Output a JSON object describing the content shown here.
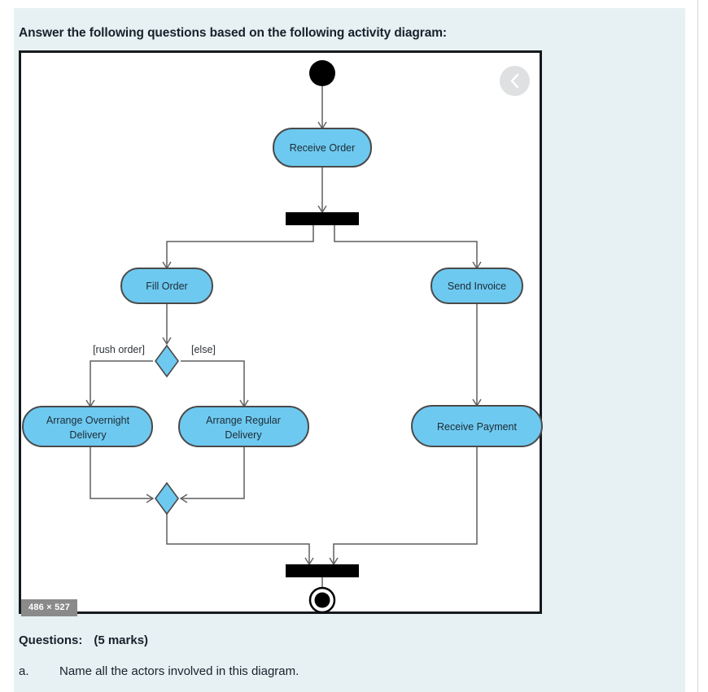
{
  "prompt": {
    "heading": "Answer the following questions based on the following activity diagram:"
  },
  "diagram": {
    "size_badge": "486 × 527",
    "nav_prev_icon": "chevron-left-icon",
    "nodes": {
      "initial": "initial-node",
      "receive_order": "Receive Order",
      "fork": "fork-bar",
      "fill_order": "Fill Order",
      "send_invoice": "Send Invoice",
      "decision": "decision-diamond",
      "guard_rush": "[rush order]",
      "guard_else": "[else]",
      "arrange_overnight_line1": "Arrange Overnight",
      "arrange_overnight_line2": "Delivery",
      "arrange_regular_line1": "Arrange Regular",
      "arrange_regular_line2": "Delivery",
      "receive_payment": "Receive Payment",
      "merge": "merge-diamond",
      "join": "join-bar",
      "final": "final-node"
    },
    "colors": {
      "node_fill": "#6ec9f0",
      "node_stroke": "#4a4a4a",
      "bar_fill": "#000000",
      "edge_stroke": "#5f5f5f",
      "frame_border": "#15191d"
    }
  },
  "questions": {
    "title": "Questions:",
    "marks": "(5 marks)",
    "items": [
      {
        "letter": "a.",
        "text": "Name all the actors involved in this diagram."
      }
    ]
  }
}
